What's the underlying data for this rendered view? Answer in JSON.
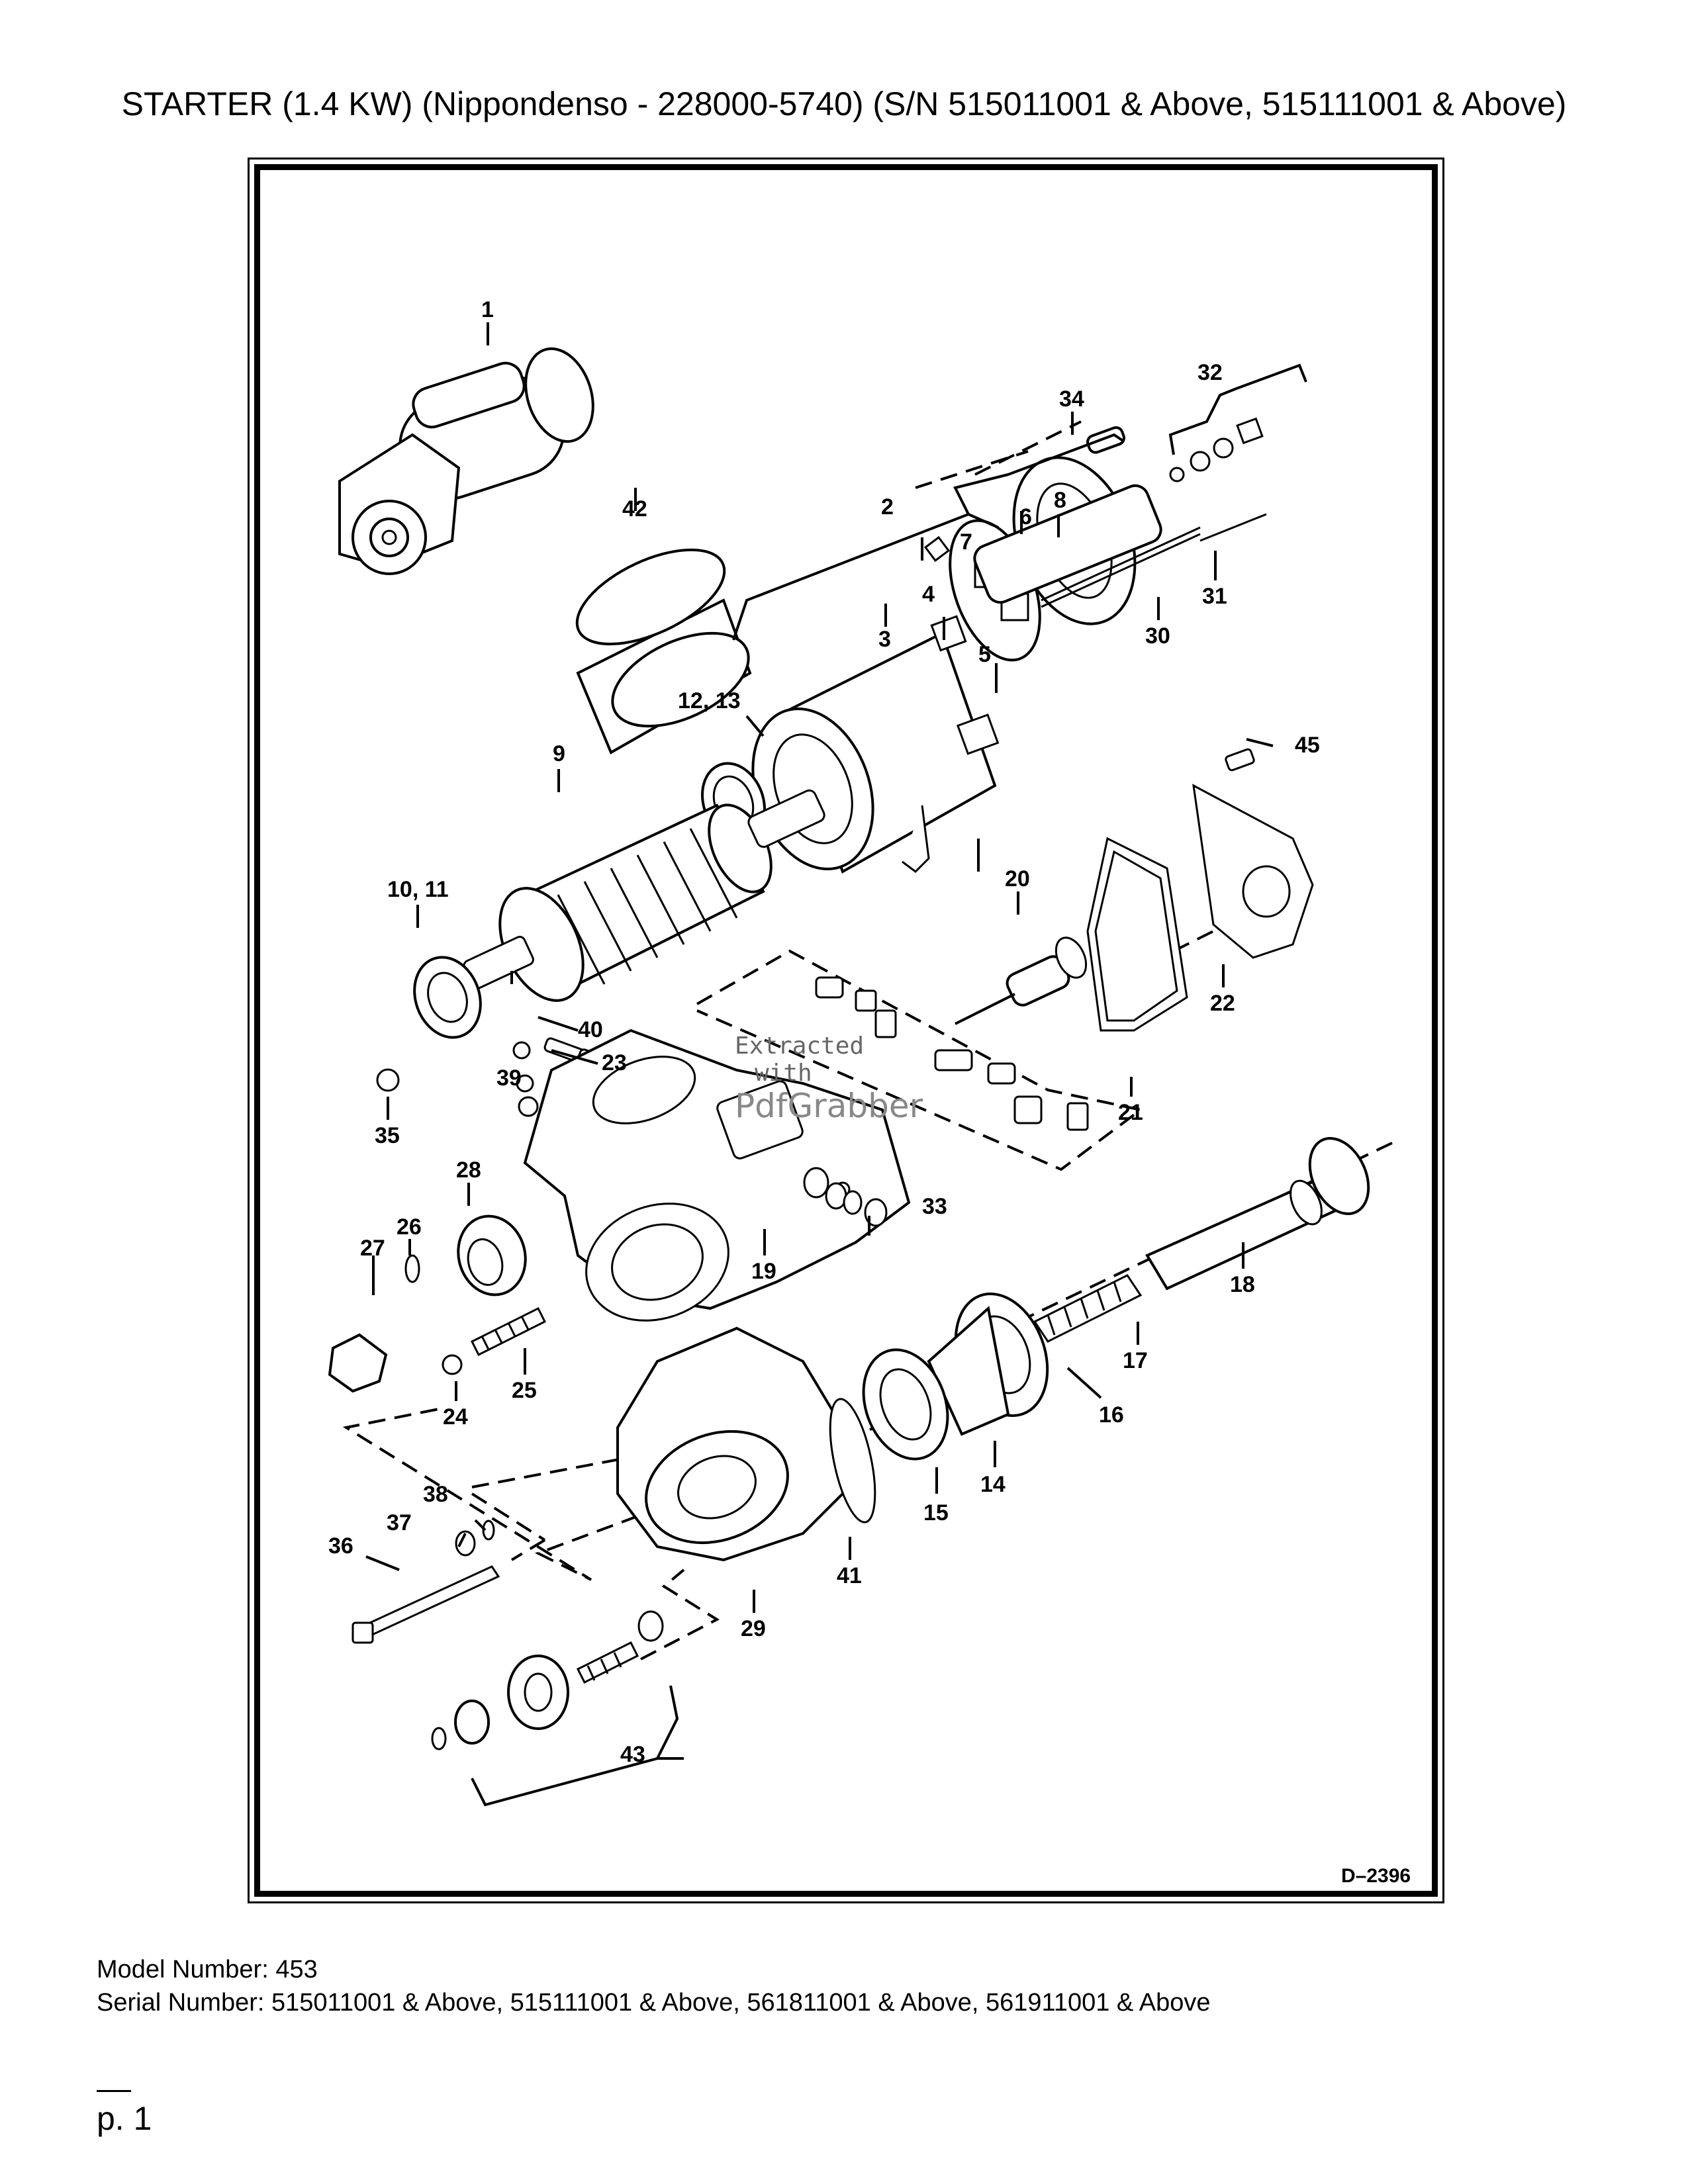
{
  "title": "STARTER (1.4 KW) (Nippondenso - 228000-5740) (S/N 515011001 & Above, 515111001 & Above)",
  "diagram": {
    "drawing_code": "D–2396",
    "callouts": {
      "c1": "1",
      "c2": "2",
      "c3": "3",
      "c4": "4",
      "c5": "5",
      "c6": "6",
      "c7": "7",
      "c8": "8",
      "c9": "9",
      "c10_11": "10, 11",
      "c12_13": "12, 13",
      "c14": "14",
      "c15": "15",
      "c16": "16",
      "c17": "17",
      "c18": "18",
      "c19": "19",
      "c20": "20",
      "c21": "21",
      "c22": "22",
      "c23": "23",
      "c24": "24",
      "c25": "25",
      "c26": "26",
      "c27": "27",
      "c28": "28",
      "c29": "29",
      "c30": "30",
      "c31": "31",
      "c32": "32",
      "c33": "33",
      "c34": "34",
      "c35": "35",
      "c36": "36",
      "c37": "37",
      "c38": "38",
      "c39": "39",
      "c40": "40",
      "c41": "41",
      "c42": "42",
      "c43": "43",
      "c45": "45"
    }
  },
  "watermark": {
    "line1": "Extracted",
    "line2": "with",
    "brand": "PdfGrabber"
  },
  "footer": {
    "model": "Model Number: 453",
    "serial": "Serial Number: 515011001 & Above, 515111001 & Above, 561811001 & Above, 561911001 & Above",
    "page": "p. 1"
  }
}
